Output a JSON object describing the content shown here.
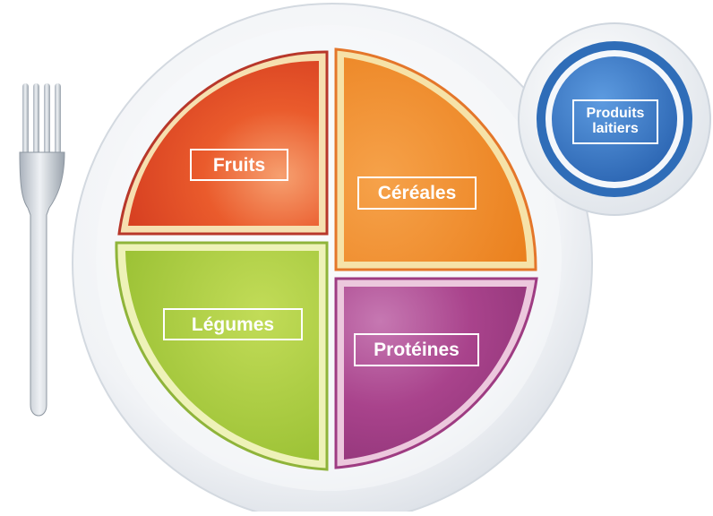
{
  "groups": {
    "fruits": {
      "label": "Fruits",
      "color": "#e2502a"
    },
    "cereales": {
      "label": "Céréales",
      "color": "#ee8a25"
    },
    "legumes": {
      "label": "Légumes",
      "color": "#a4c83a"
    },
    "proteines": {
      "label": "Protéines",
      "color": "#a8418a"
    }
  },
  "dairy": {
    "line1": "Produits",
    "line2": "laitiers",
    "color": "#3a78c4"
  },
  "icons": {
    "utensil": "fork-icon",
    "plate": "plate",
    "cup": "dairy-cup"
  }
}
